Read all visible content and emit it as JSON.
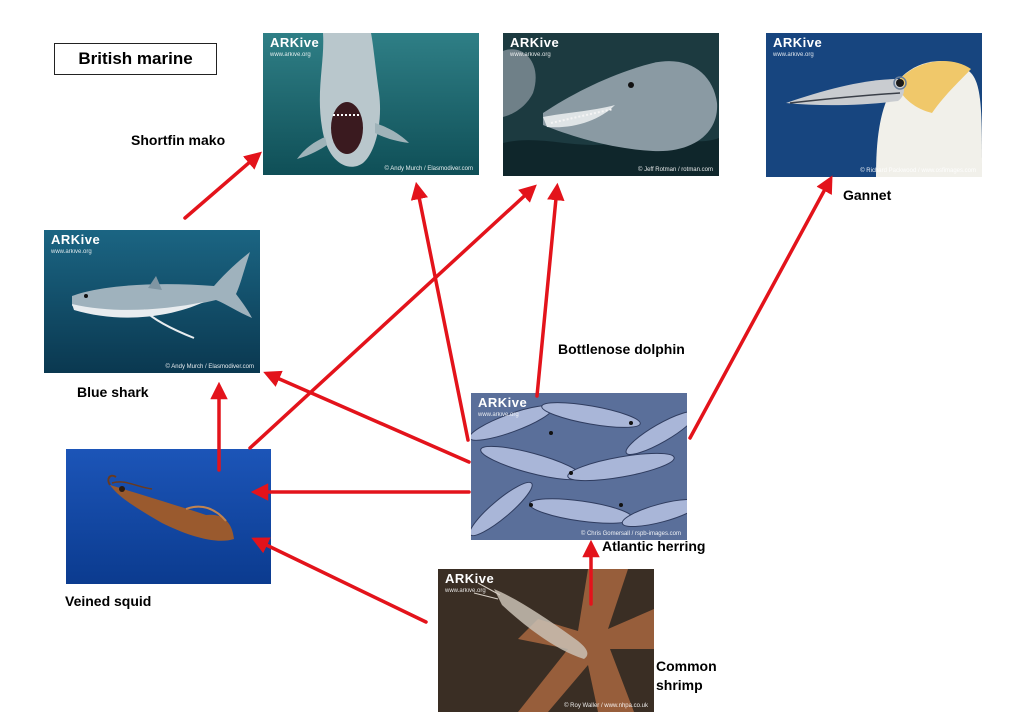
{
  "title": "British marine",
  "logo": {
    "main": "ARKive",
    "sub": "www.arkive.org"
  },
  "organisms": {
    "mako": {
      "label": "Shortfin mako",
      "credit": "© Andy Murch / Elasmodiver.com"
    },
    "dolphin": {
      "label": "Bottlenose dolphin",
      "credit": "© Jeff Rotman / rotman.com"
    },
    "gannet": {
      "label": "Gannet",
      "credit": "© Richard Packwood / www.osfimages.com"
    },
    "blueshark": {
      "label": "Blue shark",
      "credit": "© Andy Murch / Elasmodiver.com"
    },
    "squid": {
      "label": "Veined squid",
      "credit": ""
    },
    "herring": {
      "label": "Atlantic herring",
      "credit": "© Chris Gomersall / rspb-images.com"
    },
    "shrimp": {
      "label": "Common shrimp",
      "credit": "© Roy Waller / www.nhpa.co.uk"
    }
  },
  "colors": {
    "arrow": "#e3131b"
  }
}
